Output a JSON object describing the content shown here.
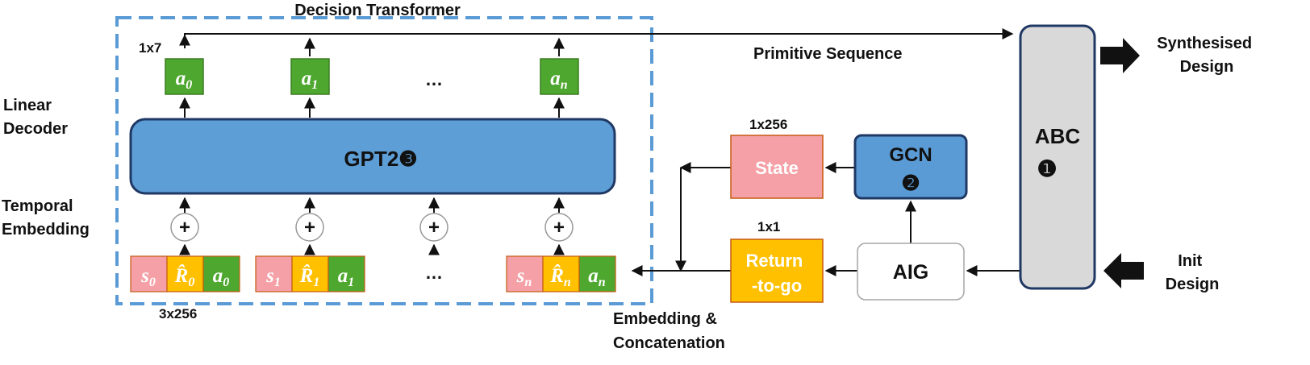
{
  "title": "Decision Transformer",
  "labels": {
    "linear_decoder": [
      "Linear",
      "Decoder"
    ],
    "temporal_embedding": [
      "Temporal",
      "Embedding"
    ],
    "dim_1x7": "1x7",
    "dim_3x256": "3x256",
    "dim_1x256": "1x256",
    "dim_1x1": "1x1",
    "primitive_sequence": "Primitive Sequence",
    "embedding_concat": [
      "Embedding &",
      "Concatenation"
    ],
    "synthesised_design": [
      "Synthesised",
      "Design"
    ],
    "init_design": [
      "Init",
      "Design"
    ],
    "ellipsis": "…"
  },
  "blocks": {
    "gpt2": "GPT2",
    "gpt2_marker": "❸",
    "state": "State",
    "gcn": "GCN",
    "gcn_marker": "❷",
    "return_to_go": [
      "Return",
      "-to-go"
    ],
    "aig": "AIG",
    "abc": "ABC",
    "abc_marker": "❶"
  },
  "actions": [
    {
      "base": "a",
      "sub": "0"
    },
    {
      "base": "a",
      "sub": "1"
    },
    {
      "base": "a",
      "sub": "n"
    }
  ],
  "plus_sign": "+",
  "tokens": [
    {
      "s": "s",
      "r": "R̂",
      "a": "a",
      "sub": "0"
    },
    {
      "s": "s",
      "r": "R̂",
      "a": "a",
      "sub": "1"
    },
    {
      "s": "s",
      "r": "R̂",
      "a": "a",
      "sub": "n"
    }
  ],
  "colors": {
    "dashed_border": "#5b9bd5",
    "gpt_fill": "#5e9ed6",
    "gcn_fill": "#5b9bd5",
    "action_green": "#4ea72e",
    "state_pink": "#f4a0a6",
    "rtg_orange": "#ffc000",
    "abc_gray": "#d9d9d9",
    "aig_white": "#ffffff",
    "outline_dark": "#1f3864"
  }
}
